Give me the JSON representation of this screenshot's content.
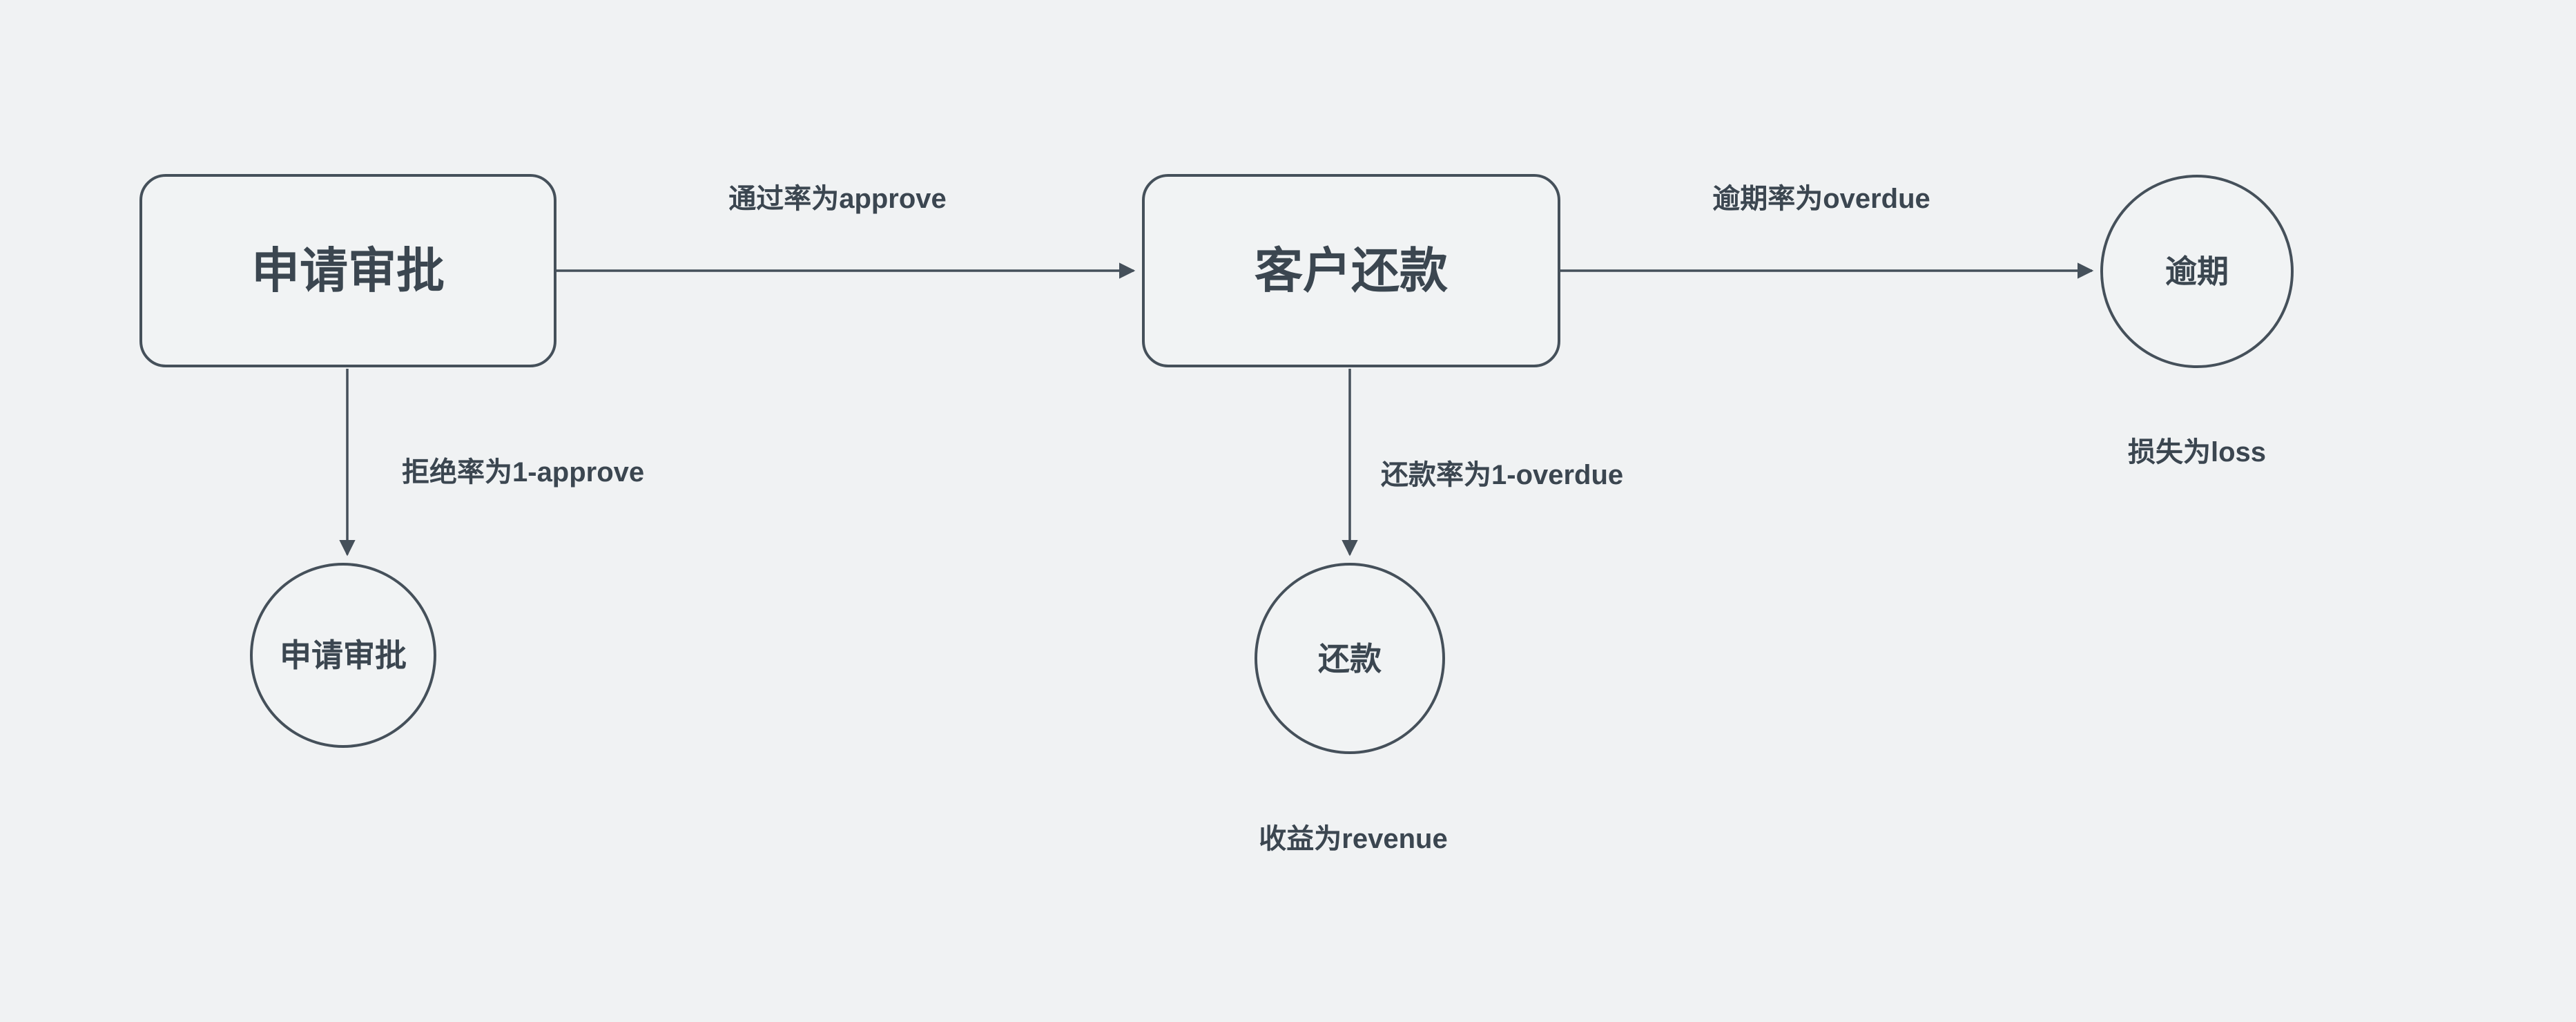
{
  "canvas": {
    "background_color": "#f0f2f3",
    "stroke_color": "#45505a",
    "text_color": "#3b4650"
  },
  "nodes": [
    {
      "id": "approval-box",
      "type": "rounded-rect",
      "label": "申请审批"
    },
    {
      "id": "repayment-box",
      "type": "rounded-rect",
      "label": "客户还款"
    },
    {
      "id": "overdue-circle",
      "type": "circle",
      "label": "逾期"
    },
    {
      "id": "reject-circle",
      "type": "circle",
      "label": "申请审批"
    },
    {
      "id": "repay-circle",
      "type": "circle",
      "label": "还款"
    }
  ],
  "edges": [
    {
      "from": "approval-box",
      "to": "repayment-box",
      "label": "通过率为approve"
    },
    {
      "from": "repayment-box",
      "to": "overdue-circle",
      "label": "逾期率为overdue"
    },
    {
      "from": "approval-box",
      "to": "reject-circle",
      "label": "拒绝率为1-approve"
    },
    {
      "from": "repayment-box",
      "to": "repay-circle",
      "label": "还款率为1-overdue"
    }
  ],
  "annotations": [
    {
      "id": "loss-note",
      "text": "损失为loss"
    },
    {
      "id": "revenue-note",
      "text": "收益为revenue"
    }
  ]
}
